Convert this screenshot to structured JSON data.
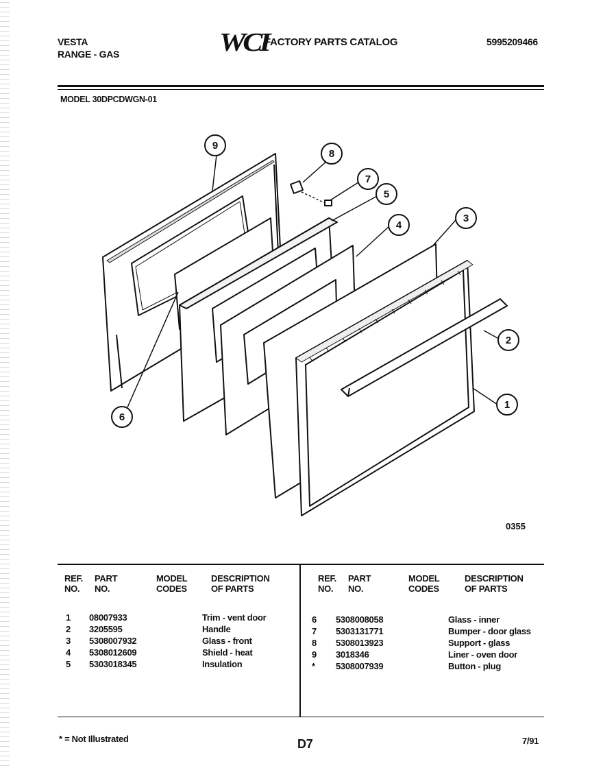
{
  "header": {
    "brand": "VESTA",
    "product": "RANGE - GAS",
    "logo": "WCI",
    "catalog_title": "FACTORY PARTS CATALOG",
    "catalog_number": "5995209466",
    "model": "MODEL 30DPCDWGN-01"
  },
  "diagram": {
    "figure_code": "0355",
    "callouts": [
      "9",
      "8",
      "7",
      "5",
      "4",
      "3",
      "2",
      "1",
      "6"
    ]
  },
  "table": {
    "headers": {
      "ref": "REF.",
      "no": "NO.",
      "part": "PART",
      "part_no": "NO.",
      "model": "MODEL",
      "codes": "CODES",
      "description": "DESCRIPTION",
      "of_parts": "OF PARTS"
    },
    "left_rows": [
      {
        "ref": "1",
        "part": "08007933",
        "desc": "Trim - vent door"
      },
      {
        "ref": "2",
        "part": "3205595",
        "desc": "Handle"
      },
      {
        "ref": "3",
        "part": "5308007932",
        "desc": "Glass - front"
      },
      {
        "ref": "4",
        "part": "5308012609",
        "desc": "Shield - heat"
      },
      {
        "ref": "5",
        "part": "5303018345",
        "desc": "Insulation"
      }
    ],
    "right_rows": [
      {
        "ref": "6",
        "part": "5308008058",
        "desc": "Glass - inner"
      },
      {
        "ref": "7",
        "part": "5303131771",
        "desc": "Bumper - door glass"
      },
      {
        "ref": "8",
        "part": "5308013923",
        "desc": "Support - glass"
      },
      {
        "ref": "9",
        "part": "3018346",
        "desc": "Liner - oven door"
      },
      {
        "ref": "*",
        "part": "5308007939",
        "desc": "Button - plug"
      }
    ]
  },
  "footer": {
    "note": "* = Not Illustrated",
    "page": "D7",
    "date": "7/91"
  }
}
